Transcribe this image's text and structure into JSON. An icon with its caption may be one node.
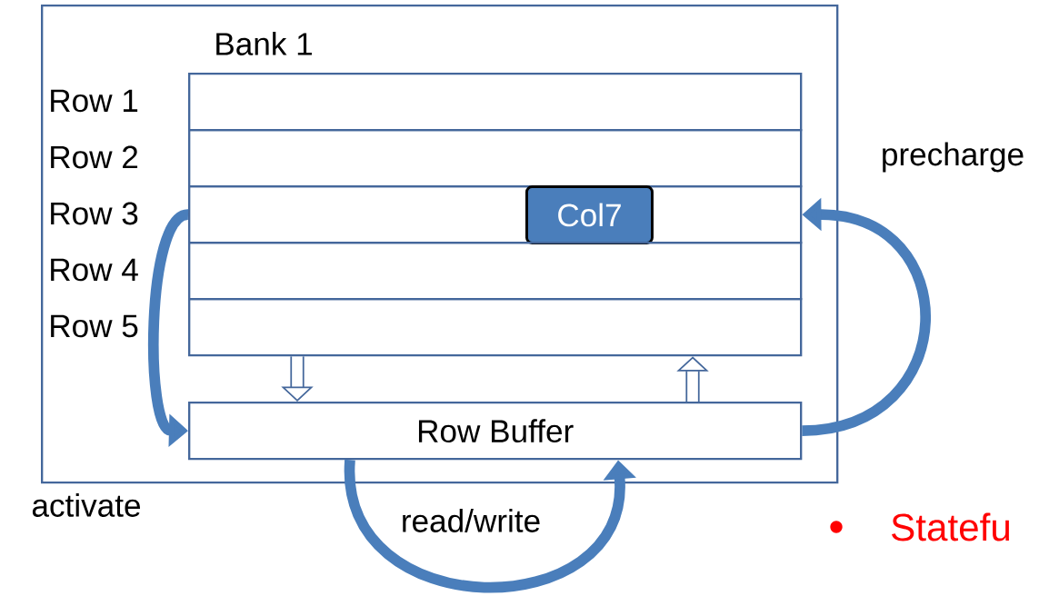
{
  "diagram": {
    "nodes": [
      {
        "text": [
          "Bank 1"
        ]
      },
      {
        "text": [
          "Row 1"
        ],
        "in": 0
      },
      {
        "text": [
          "Row 2"
        ],
        "in": 0
      },
      {
        "text": [
          "Row 3"
        ],
        "in": 0
      },
      {
        "text": [
          "Col7"
        ],
        "in": 3
      },
      {
        "text": [
          "Row 4"
        ],
        "in": 0
      },
      {
        "text": [
          "Row 5"
        ],
        "in": 0
      },
      {
        "text": [
          "Row Buffer"
        ],
        "in": 0
      }
    ],
    "edges": [
      {
        "from": 3,
        "to": 7,
        "arrow": "to",
        "label": "activate"
      },
      {
        "from": 6,
        "to": 7,
        "arrow": "to"
      },
      {
        "from": 7,
        "to": 6,
        "arrow": "to"
      },
      {
        "from": 7,
        "to": 3,
        "arrow": "to",
        "label": "precharge"
      },
      {
        "from": 7,
        "to": 7,
        "arrow": "to",
        "label": "read/write"
      }
    ],
    "labels": [
      "Statefu"
    ]
  }
}
